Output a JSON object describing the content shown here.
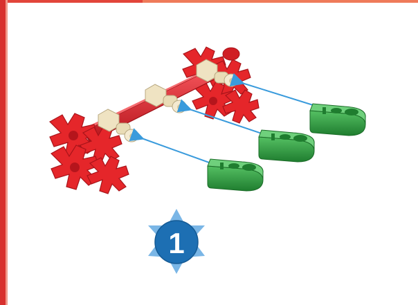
{
  "step": {
    "number": "1"
  },
  "colors": {
    "border_red": "#d8312e",
    "top_bar": "#ef7b5a",
    "part_red": "#e5262a",
    "connector_tan": "#efe3c2",
    "clip_green": "#2f9b3f",
    "arrow_blue": "#3a9bdc",
    "badge_blue": "#1d6fb3",
    "star_light_blue": "#7ab6e6"
  },
  "parts": {
    "base_assembly": "red-rod-with-hub-wheels",
    "clips": [
      "green-clip",
      "green-clip",
      "green-clip"
    ]
  }
}
